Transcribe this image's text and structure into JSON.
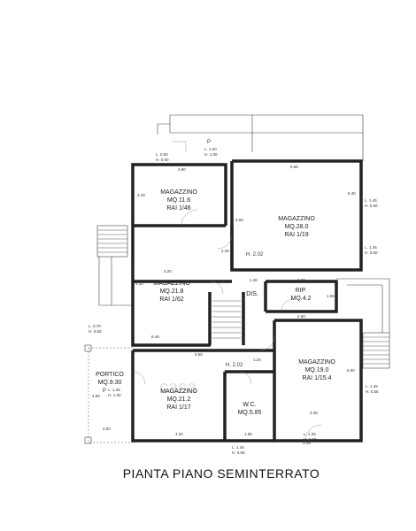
{
  "title": "PIANTA PIANO SEMINTERRATO",
  "watermark": "casa",
  "rooms": [
    {
      "id": "mag1",
      "name": "MAGAZZINO",
      "area": "MQ.11.6",
      "rai": "RAI 1/46"
    },
    {
      "id": "mag2",
      "name": "MAGAZZINO",
      "area": "MQ.28.0",
      "rai": "RAI 1/19"
    },
    {
      "id": "mag3",
      "name": "MAGAZZINO",
      "area": "MQ.21.8",
      "rai": "RAI 1/62"
    },
    {
      "id": "dis",
      "name": "DIS.",
      "area": "",
      "rai": ""
    },
    {
      "id": "rip",
      "name": "RIP.",
      "area": "MQ.4.2",
      "rai": ""
    },
    {
      "id": "mag4",
      "name": "MAGAZZINO",
      "area": "MQ.19.0",
      "rai": "RAI 1/15.4"
    },
    {
      "id": "mag5",
      "name": "MAGAZZINO",
      "area": "MQ.21.2",
      "rai": "RAI 1/17"
    },
    {
      "id": "wc",
      "name": "W.C.",
      "area": "MQ.5.85",
      "rai": ""
    },
    {
      "id": "portico",
      "name": "PORTICO",
      "area": "MQ.9.30",
      "rai": ""
    }
  ],
  "heights": [
    {
      "id": "h1",
      "text": "H. 2.02"
    },
    {
      "id": "h2",
      "text": "H. 2.02"
    }
  ],
  "dimensions": [
    {
      "id": "d1",
      "text": "4.90"
    },
    {
      "id": "d2",
      "text": "5.55"
    },
    {
      "id": "d3",
      "text": "2.29"
    },
    {
      "id": "d4",
      "text": "5.05"
    },
    {
      "id": "d5",
      "text": "3.20"
    },
    {
      "id": "d6",
      "text": "2.29"
    },
    {
      "id": "d7",
      "text": "4.10"
    },
    {
      "id": "d8",
      "text": "5.40"
    },
    {
      "id": "d9",
      "text": "1.46"
    },
    {
      "id": "d10",
      "text": "2.60"
    },
    {
      "id": "d11",
      "text": "2.60"
    },
    {
      "id": "d12",
      "text": "1.55"
    },
    {
      "id": "d13",
      "text": "6.49"
    },
    {
      "id": "d14",
      "text": "5.55"
    },
    {
      "id": "d15",
      "text": "3.39"
    },
    {
      "id": "d16",
      "text": "5.00"
    },
    {
      "id": "d17",
      "text": "4.60"
    },
    {
      "id": "d18",
      "text": "4.30"
    },
    {
      "id": "d19",
      "text": "1.95"
    },
    {
      "id": "d20",
      "text": "2.00"
    },
    {
      "id": "d21",
      "text": "3.39"
    },
    {
      "id": "d22",
      "text": "1.20"
    }
  ],
  "windows": [
    {
      "id": "w1",
      "l": "L. 0.50",
      "h": "H. 0.50"
    },
    {
      "id": "w2",
      "l": "L. 1.00",
      "h": "H. 1.00"
    },
    {
      "id": "w3",
      "l": "L. 1.45",
      "h": "H. 0.50"
    },
    {
      "id": "w4",
      "l": "L. 1.45",
      "h": "H. 0.50"
    },
    {
      "id": "w5",
      "l": "L. 0.70",
      "h": "H. 0.50"
    },
    {
      "id": "w6",
      "l": "L. 1.45",
      "h": "H. 1.90"
    },
    {
      "id": "w7",
      "l": "L. 1.45",
      "h": "H. 0.55"
    },
    {
      "id": "w8",
      "l": "L. 1.45",
      "h": "H. 0.50"
    },
    {
      "id": "w9",
      "l": "L. 1.25",
      "h": "H. 2.20"
    }
  ],
  "markers": {
    "p1": "P",
    "p2": "P"
  }
}
